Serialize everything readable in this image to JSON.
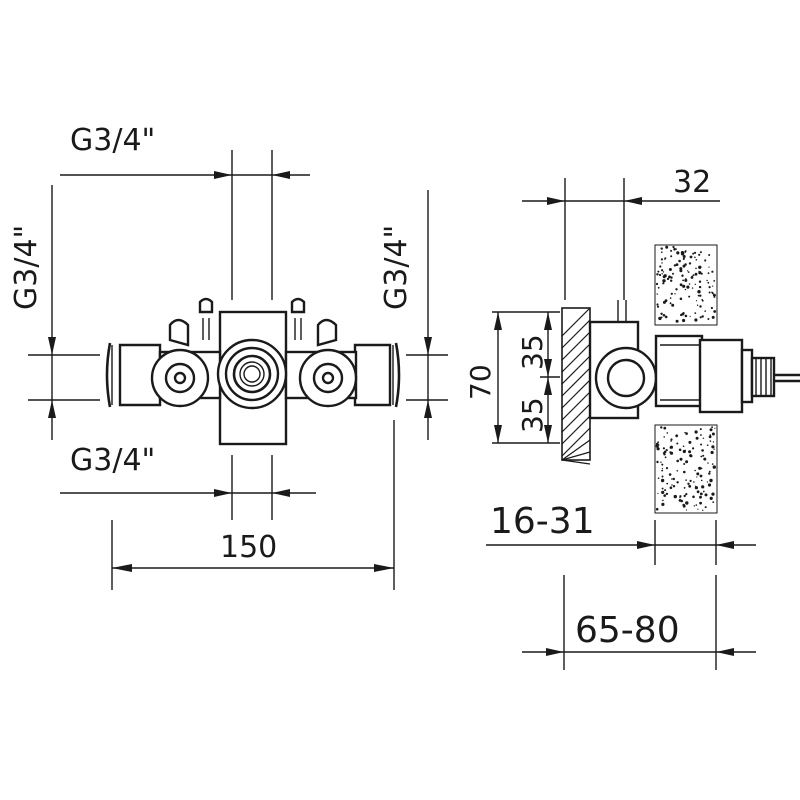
{
  "front_view": {
    "top_thread": "G3/4\"",
    "bottom_thread": "G3/4\"",
    "left_thread": "G3/4\"",
    "right_thread": "G3/4\"",
    "overall_width": "150"
  },
  "side_view": {
    "depth_top": "32",
    "height_total": "70",
    "height_upper": "35",
    "height_lower": "35",
    "wall_range": "16-31",
    "depth_range": "65-80"
  }
}
